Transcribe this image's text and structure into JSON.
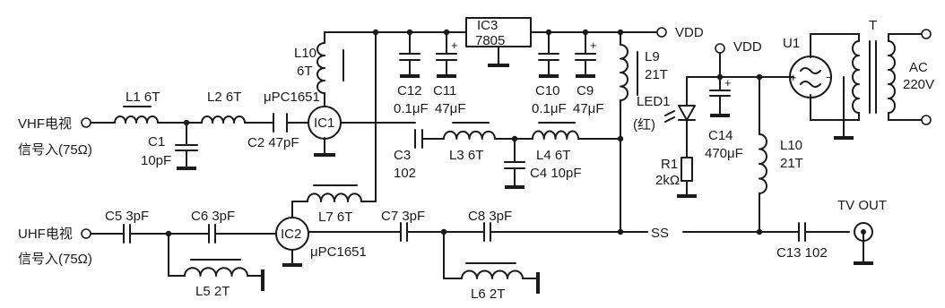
{
  "inputs": {
    "vhf_line1": "VHF电视",
    "vhf_line2": "信号入(75Ω)",
    "uhf_line1": "UHF电视",
    "uhf_line2": "信号入(75Ω)"
  },
  "ic": {
    "ic1": "IC1",
    "ic2": "IC2",
    "ic3_name": "IC3",
    "ic3_part": "7805",
    "upc1651_top": "μPC1651",
    "upc1651_bottom": "μPC1651"
  },
  "inductors": {
    "l1": "L1  6T",
    "l2": "L2  6T",
    "l3": "L3  6T",
    "l4": "L4  6T",
    "l5": "L5  2T",
    "l6": "L6  2T",
    "l7": "L7  6T",
    "l10_top_name": "L10",
    "l10_top_turns": "6T",
    "l9_name": "L9",
    "l9_turns": "21T",
    "l10_right_name": "L10",
    "l10_right_turns": "21T"
  },
  "capacitors": {
    "c1_name": "C1",
    "c1_val": "10pF",
    "c2": "C2  47pF",
    "c3_name": "C3",
    "c3_val": "102",
    "c4": "C4  10pF",
    "c5": "C5  3pF",
    "c6": "C6  3pF",
    "c7": "C7  3pF",
    "c8": "C8  3pF",
    "c9_name": "C9",
    "c9_val": "47μF",
    "c10_name": "C10",
    "c10_val": "0.1μF",
    "c11_name": "C11",
    "c11_val": "47μF",
    "c12_name": "C12",
    "c12_val": "0.1μF",
    "c13": "C13   102",
    "c14_name": "C14",
    "c14_val": "470μF"
  },
  "power": {
    "vdd_top": "VDD",
    "vdd_mid": "VDD",
    "u1": "U1",
    "transformer": "T",
    "ac_line1": "AC",
    "ac_line2": "220V",
    "led_name": "LED1",
    "led_color": "(红)",
    "r1_name": "R1",
    "r1_val": "2kΩ"
  },
  "output": {
    "ss": "SS",
    "tv_out": "TV  OUT"
  }
}
